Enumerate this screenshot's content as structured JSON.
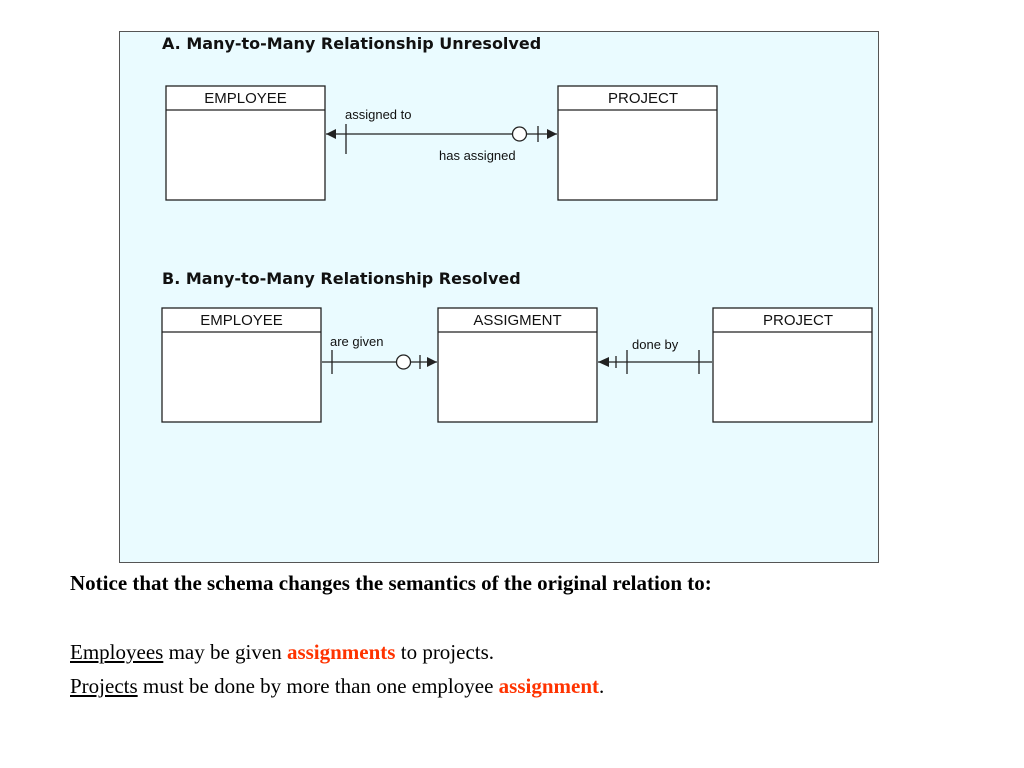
{
  "diagram": {
    "section_a": {
      "title": "A.  Many-to-Many Relationship Unresolved",
      "entity_left": "EMPLOYEE",
      "entity_right": "PROJECT",
      "label_top": "assigned to",
      "label_bottom": "has assigned"
    },
    "section_b": {
      "title": "B.  Many-to-Many Relationship Resolved",
      "entity_left": "EMPLOYEE",
      "entity_middle": "ASSIGMENT",
      "entity_right": "PROJECT",
      "label_left": "are given",
      "label_right": "done by"
    }
  },
  "text": {
    "notice": "Notice that the schema changes the semantics of the original relation to:",
    "line1": {
      "subject": "Employees",
      "mid": " may be given ",
      "highlight": "assignments",
      "end": " to projects."
    },
    "line2": {
      "subject": "Projects",
      "mid": " must be done by more than one employee ",
      "highlight": "assignment",
      "end": "."
    }
  },
  "colors": {
    "panel_background": "#eafbff",
    "highlight": "#ff3300"
  }
}
